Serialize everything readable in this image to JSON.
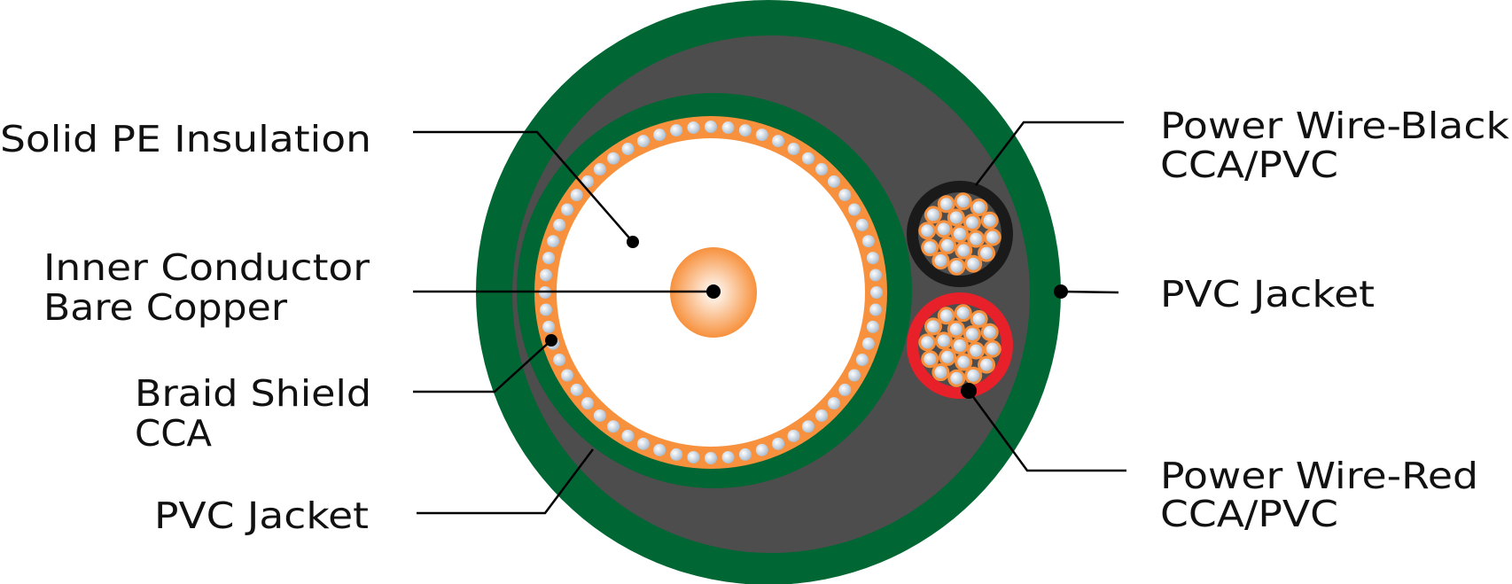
{
  "title": "Coaxial cable with power wires cross-section",
  "colors": {
    "outer_jacket": "#006633",
    "filler": "#4d4d4d",
    "coax_jacket": "#006633",
    "braid": "#f7913d",
    "insulation": "#ffffff",
    "conductor": "#f7913d",
    "black_wire": "#1a1a1a",
    "red_wire": "#e8202a"
  },
  "labels": {
    "solid_pe": "Solid PE Insulation",
    "inner_conductor_1": "Inner Conductor",
    "inner_conductor_2": "Bare Copper",
    "braid_1": "Braid Shield",
    "braid_2": "CCA",
    "pvc_left": "PVC Jacket",
    "black_1": "Power Wire-Black",
    "black_2": "CCA/PVC",
    "pvc_right": "PVC Jacket",
    "red_1": "Power Wire-Red",
    "red_2": "CCA/PVC"
  }
}
